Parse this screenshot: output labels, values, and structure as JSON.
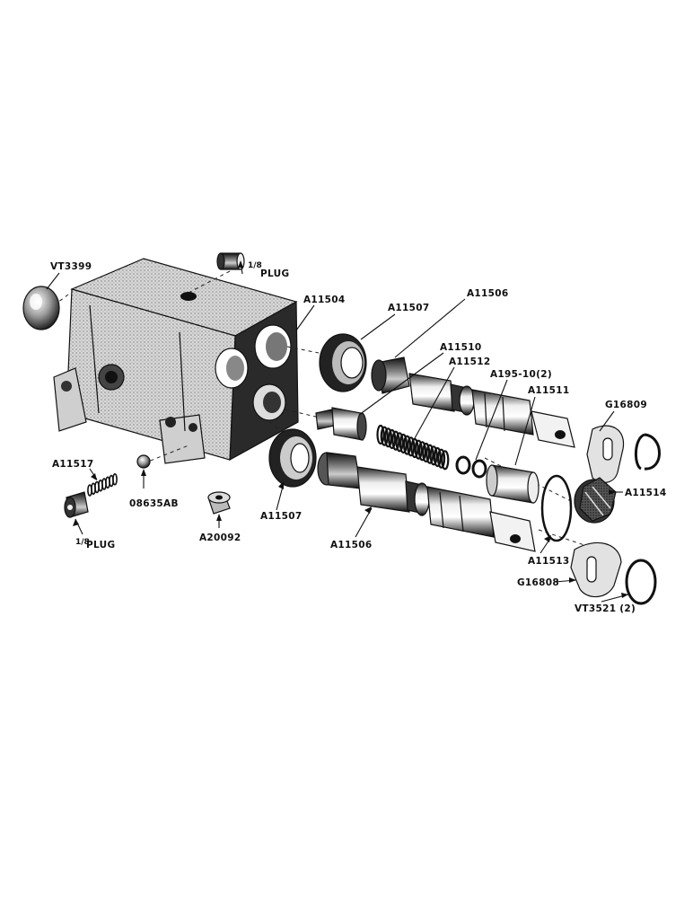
{
  "labels": {
    "vt3399": "VT3399",
    "plug_top": "PLUG",
    "plug_top_frac": "1/8",
    "a11504": "A11504",
    "a11507_top": "A11507",
    "a11506_top": "A11506",
    "a11510": "A11510",
    "a11512": "A11512",
    "a195": "A195-10(2)",
    "a11511": "A11511",
    "g16809": "G16809",
    "a11514": "A11514",
    "a11517": "A11517",
    "o8635ab": "08635AB",
    "a20092": "A20092",
    "plug_bottom": "PLUG",
    "plug_bottom_frac": "1/8",
    "a11507_bottom": "A11507",
    "a11506_bottom": "A11506",
    "a11513": "A11513",
    "g16808": "G16808",
    "vt3521": "VT3521 (2)"
  }
}
